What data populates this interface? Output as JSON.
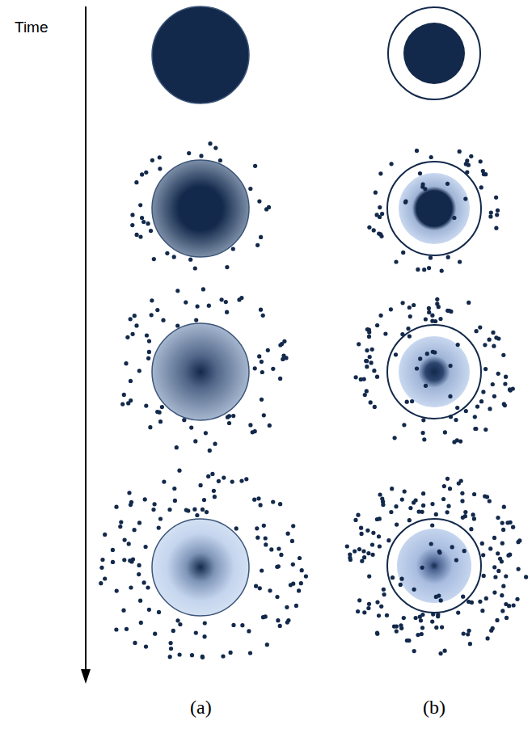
{
  "diagram": {
    "labels": [
      "Time",
      "(a)",
      "(b)"
    ]
  }
}
